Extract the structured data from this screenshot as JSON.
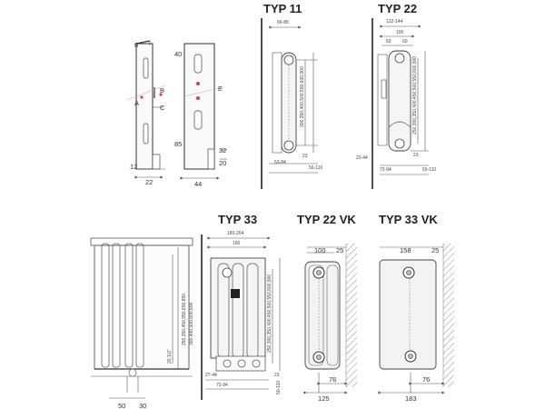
{
  "types": {
    "typ11": "TYP 11",
    "typ22": "TYP 22",
    "typ33": "TYP 33",
    "typ22vk": "TYP 22 VK",
    "typ33vk": "TYP 33 VK"
  },
  "bracket_left": {
    "letters": [
      "B",
      "A",
      "C"
    ],
    "top": "6",
    "bottom": "12",
    "width": "22"
  },
  "bracket_right": {
    "top": "40",
    "mid": "85",
    "letter": "E",
    "b1": "32",
    "b2": "20",
    "width": "44"
  },
  "typ11": {
    "depth": "66-86",
    "heights": "300,350,400,500,550,600,900",
    "d1": "23",
    "d2": "50-110",
    "d3": "53-84"
  },
  "typ22": {
    "depth": "122-144",
    "d100": "100",
    "d50": "50",
    "d60": "60",
    "heights": "250,300,350,400,450,500,550,600,900",
    "d1": "23",
    "d2": "50-110",
    "d3": "72-94",
    "d4": "22-44"
  },
  "typ33": {
    "depth": "183-204",
    "d160": "160",
    "heights": "250,300,350,400,450,500,550,600,900",
    "d1": "23",
    "d2": "72-94",
    "d3": "27-44",
    "d4": "50-110"
  },
  "left_view": {
    "heights": "250,350,450,550,650,850",
    "heights2": "300,400,500,600,900",
    "side": "20 1/2\"",
    "w1": "50",
    "w2": "30"
  },
  "typ22vk": {
    "w1": "100",
    "w2": "25",
    "d": "76",
    "total": "125"
  },
  "typ33vk": {
    "w1": "158",
    "w2": "25",
    "d": "76",
    "total": "183"
  }
}
